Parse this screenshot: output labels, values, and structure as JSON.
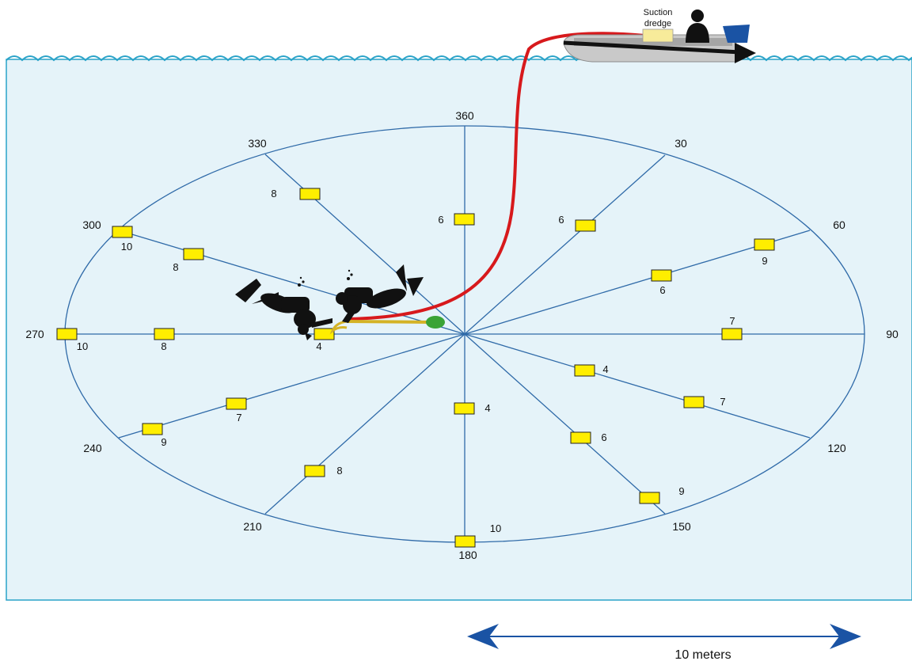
{
  "boat": {
    "dredge_label_line1": "Suction",
    "dredge_label_line2": "dredge"
  },
  "bearings": [
    {
      "id": "b360",
      "label": "360"
    },
    {
      "id": "b30",
      "label": "30"
    },
    {
      "id": "b60",
      "label": "60"
    },
    {
      "id": "b90",
      "label": "90"
    },
    {
      "id": "b120",
      "label": "120"
    },
    {
      "id": "b150",
      "label": "150"
    },
    {
      "id": "b180",
      "label": "180"
    },
    {
      "id": "b210",
      "label": "210"
    },
    {
      "id": "b240",
      "label": "240"
    },
    {
      "id": "b270",
      "label": "270"
    },
    {
      "id": "b300",
      "label": "300"
    },
    {
      "id": "b330",
      "label": "330"
    }
  ],
  "markers": [
    {
      "id": "m330",
      "label": "8"
    },
    {
      "id": "m360",
      "label": "6"
    },
    {
      "id": "m30",
      "label": "6"
    },
    {
      "id": "m300a",
      "label": "10"
    },
    {
      "id": "m300b",
      "label": "8"
    },
    {
      "id": "m60a",
      "label": "9"
    },
    {
      "id": "m60b",
      "label": "6"
    },
    {
      "id": "m270a",
      "label": "10"
    },
    {
      "id": "m270b",
      "label": "8"
    },
    {
      "id": "m270c",
      "label": "4"
    },
    {
      "id": "m90",
      "label": "7"
    },
    {
      "id": "m120a",
      "label": "4"
    },
    {
      "id": "m120b",
      "label": "7"
    },
    {
      "id": "m240a",
      "label": "7"
    },
    {
      "id": "m240b",
      "label": "9"
    },
    {
      "id": "m180a",
      "label": "4"
    },
    {
      "id": "m180b",
      "label": "10"
    },
    {
      "id": "m150a",
      "label": "6"
    },
    {
      "id": "m150b",
      "label": "9"
    },
    {
      "id": "m210",
      "label": "8"
    }
  ],
  "scale_bar": {
    "label": "10 meters"
  },
  "colors": {
    "water": "#e5f3f9",
    "water_line": "#2aa3c8",
    "grid": "#2f6aa8",
    "marker": "#ffee00",
    "hose": "#d7191c",
    "probe": "#d4b326",
    "probe_tip": "#3aa335",
    "arrow": "#1a53a4",
    "motor": "#1a53a4"
  }
}
